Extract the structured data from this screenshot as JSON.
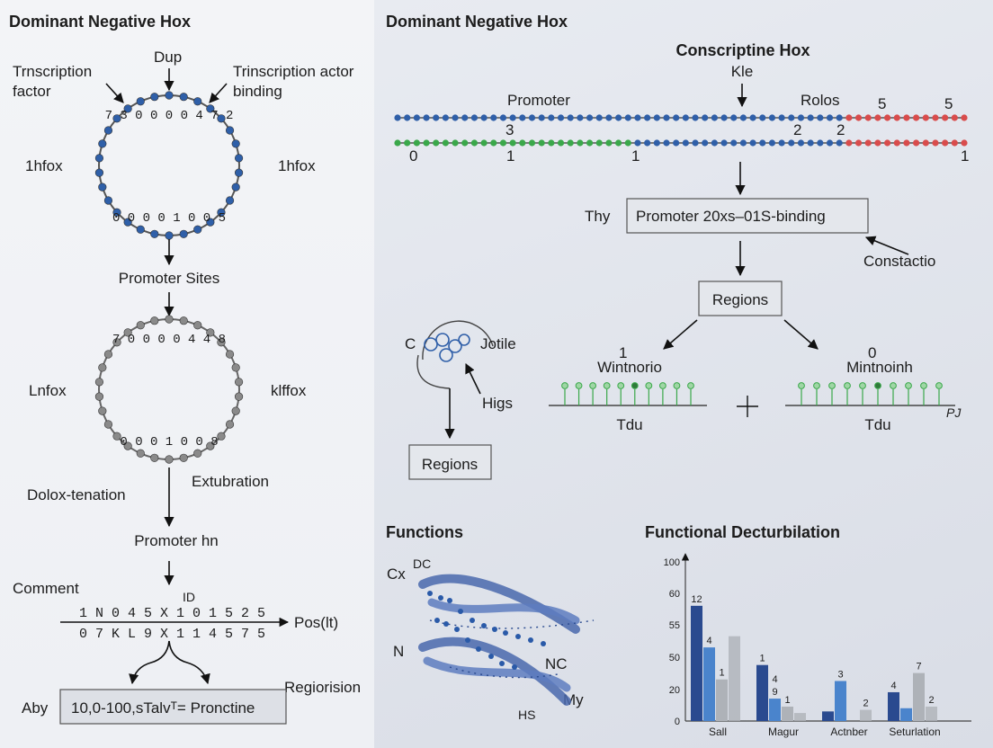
{
  "left": {
    "title": "Dominant Negative Hox",
    "dup": "Dup",
    "tf_left_1": "Trnscription",
    "tf_left_2": "factor",
    "tf_right_1": "Trinscription actor",
    "tf_right_2": "binding",
    "ring1_left": "1hfox",
    "ring1_right": "1hfox",
    "ring1_top_digits": "7 3 0 0 0   0 4 7 2",
    "ring1_bottom_digits": "0 0 0 0 1 0 0 5",
    "promoter_sites": "Promoter Sites",
    "ring2_left": "Lnfox",
    "ring2_right": "klffox",
    "ring2_top_digits": "7 0 0 0 0   4 4 8",
    "ring2_bottom_digits": "0 0 0 1 0 0 8",
    "dolox": "Dolox-tenation",
    "extubration": "Extubration",
    "promoter_hn": "Promoter hn",
    "comment": "Comment",
    "id": "ID",
    "seq_row1": "1 N 0 4 5 X 1 0 1 5 2 5",
    "seq_row2": "0 7 K L 9 X 1 1 4 5 7 5",
    "pos": "Pos(lt)",
    "regiorision": "Regiorision",
    "aby": "Aby",
    "box_text": "10,0-100,sTalvᵀ= Pronctine"
  },
  "right": {
    "title": "Dominant Negative Hox",
    "conscriptine": "Conscriptine Hox",
    "kle": "Kle",
    "promoter": "Promoter",
    "rolos": "Rolos",
    "num_5a": "5",
    "num_5b": "5",
    "num_3": "3",
    "num_2a": "2",
    "num_2b": "2",
    "num_0": "0",
    "num_1a": "1",
    "num_1b": "1",
    "num_1c": "1",
    "thy": "Thy",
    "promoter_box": "Promoter 20xs–01S-binding",
    "constactio": "Constactio",
    "regions_mid": "Regions",
    "c_label": "C",
    "jotile": "Jotile",
    "higs": "Higs",
    "regions_low": "Regions",
    "left_num": "1",
    "wintnorio": "Wintnorio",
    "right_num": "0",
    "mintnoinh": "Mintnoinh",
    "tdu_left": "Tdu",
    "tdu_right": "Tdu",
    "pj": "PJ",
    "functions": "Functions",
    "cx": "Cx",
    "dc": "DC",
    "n_label": "N",
    "nc_label": "NC",
    "my": "My",
    "hs": "HS"
  },
  "colors": {
    "blue_bead": "#2f5fa8",
    "green_bead": "#3aa84a",
    "red_bead": "#d94c4c",
    "grey_bead": "#8a8a8a",
    "bar_dark": "#2a4a8f",
    "bar_mid": "#4a84cc",
    "bar_grey": "#aeb2b8"
  },
  "chart_data": {
    "type": "bar",
    "title": "Functional Decturbilation",
    "categories": [
      "Sall",
      "Magur",
      "Actnber",
      "Seturlation"
    ],
    "yticks": [
      "0",
      "20",
      "50",
      "55",
      "60",
      "100"
    ],
    "ylim": [
      0,
      100
    ],
    "series": [
      {
        "values": [
          72,
          35,
          6,
          18
        ]
      },
      {
        "values": [
          46,
          14,
          25,
          8
        ]
      },
      {
        "values": [
          26,
          9,
          0,
          30
        ]
      },
      {
        "values": [
          53,
          5,
          7,
          9
        ]
      }
    ],
    "data_labels": [
      {
        "text": "12",
        "category": 0,
        "series": 0
      },
      {
        "text": "4",
        "category": 0,
        "series": 1
      },
      {
        "text": "1",
        "category": 0,
        "series": 2
      },
      {
        "text": "1",
        "category": 1,
        "series": 0
      },
      {
        "text": "9",
        "category": 1,
        "series": 1
      },
      {
        "text": "4",
        "category": 1,
        "series": 1
      },
      {
        "text": "1",
        "category": 1,
        "series": 2
      },
      {
        "text": "3",
        "category": 2,
        "series": 1
      },
      {
        "text": "2",
        "category": 2,
        "series": 3
      },
      {
        "text": "4",
        "category": 3,
        "series": 0
      },
      {
        "text": "7",
        "category": 3,
        "series": 2
      },
      {
        "text": "2",
        "category": 3,
        "series": 3
      }
    ]
  }
}
